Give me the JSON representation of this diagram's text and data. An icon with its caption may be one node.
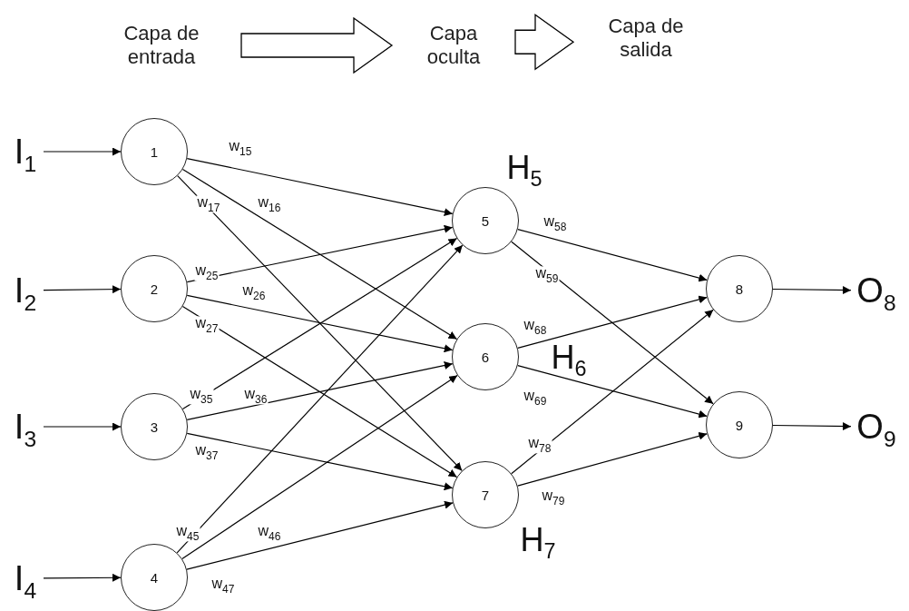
{
  "diagram": {
    "nodes": [
      {
        "text": [
          "Capa de entrada"
        ]
      },
      {
        "text": [
          "Capa oculta"
        ]
      },
      {
        "text": [
          "Capa de salida"
        ]
      },
      {
        "text": [
          "I$_{1}$"
        ]
      },
      {
        "text": [
          "I$_{2}$"
        ]
      },
      {
        "text": [
          "I$_{3}$"
        ]
      },
      {
        "text": [
          "I$_{4}$"
        ]
      },
      {
        "text": [
          "1"
        ]
      },
      {
        "text": [
          "2"
        ]
      },
      {
        "text": [
          "3"
        ]
      },
      {
        "text": [
          "4"
        ]
      },
      {
        "text": [
          "5"
        ],
        "beside": [
          "H$_{5}$"
        ]
      },
      {
        "text": [
          "6"
        ],
        "beside": [
          "H$_{6}$"
        ]
      },
      {
        "text": [
          "7"
        ],
        "beside": [
          "H$_{7}$"
        ]
      },
      {
        "text": [
          "8"
        ]
      },
      {
        "text": [
          "9"
        ]
      },
      {
        "text": [
          "O$_{8}$"
        ]
      },
      {
        "text": [
          "O$_{9}$"
        ]
      }
    ],
    "edges": [
      {
        "from": 0,
        "to": 1,
        "arrow": "to",
        "style": "thick"
      },
      {
        "from": 1,
        "to": 2,
        "arrow": "to",
        "style": "thick"
      },
      {
        "from": 3,
        "to": 7,
        "arrow": "to"
      },
      {
        "from": 4,
        "to": 8,
        "arrow": "to"
      },
      {
        "from": 5,
        "to": 9,
        "arrow": "to"
      },
      {
        "from": 6,
        "to": 10,
        "arrow": "to"
      },
      {
        "from": 7,
        "to": 11,
        "arrow": "to",
        "label": "w$_{15}$"
      },
      {
        "from": 7,
        "to": 12,
        "arrow": "to",
        "label": "w$_{16}$"
      },
      {
        "from": 7,
        "to": 13,
        "arrow": "to",
        "label": "w$_{17}$"
      },
      {
        "from": 8,
        "to": 11,
        "arrow": "to",
        "label": "w$_{25}$"
      },
      {
        "from": 8,
        "to": 12,
        "arrow": "to",
        "label": "w$_{26}$"
      },
      {
        "from": 8,
        "to": 13,
        "arrow": "to",
        "label": "w$_{27}$"
      },
      {
        "from": 9,
        "to": 11,
        "arrow": "to",
        "label": "w$_{35}$"
      },
      {
        "from": 9,
        "to": 12,
        "arrow": "to",
        "label": "w$_{36}$"
      },
      {
        "from": 9,
        "to": 13,
        "arrow": "to",
        "label": "w$_{37}$"
      },
      {
        "from": 10,
        "to": 11,
        "arrow": "to",
        "label": "w$_{45}$"
      },
      {
        "from": 10,
        "to": 12,
        "arrow": "to",
        "label": "w$_{46}$"
      },
      {
        "from": 10,
        "to": 13,
        "arrow": "to",
        "label": "w$_{47}$"
      },
      {
        "from": 11,
        "to": 14,
        "arrow": "to",
        "label": "w$_{58}$"
      },
      {
        "from": 11,
        "to": 15,
        "arrow": "to",
        "label": "w$_{59}$"
      },
      {
        "from": 12,
        "to": 14,
        "arrow": "to",
        "label": "w$_{68}$"
      },
      {
        "from": 12,
        "to": 15,
        "arrow": "to",
        "label": "w$_{69}$"
      },
      {
        "from": 13,
        "to": 14,
        "arrow": "to",
        "label": "w$_{78}$"
      },
      {
        "from": 13,
        "to": 15,
        "arrow": "to",
        "label": "w$_{79}$"
      },
      {
        "from": 14,
        "to": 16,
        "arrow": "to"
      },
      {
        "from": 15,
        "to": 17,
        "arrow": "to"
      }
    ]
  }
}
